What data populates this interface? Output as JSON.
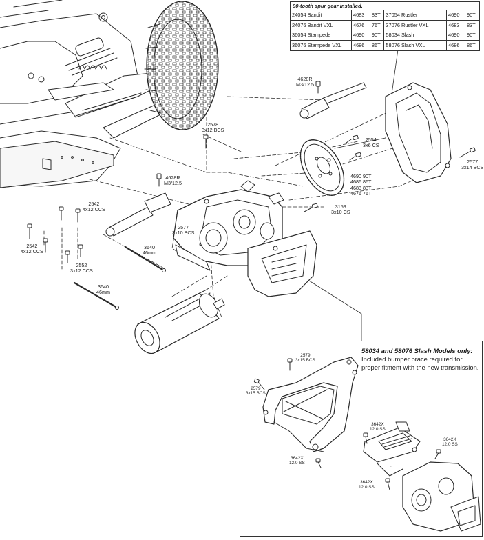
{
  "spur_table": {
    "title": "90-tooth spur gear installed.",
    "rows": [
      [
        "24054 Bandit",
        "4683",
        "83T",
        "37054 Rustler",
        "4690",
        "90T"
      ],
      [
        "24076 Bandit VXL",
        "4676",
        "76T",
        "37076 Rustler VXL",
        "4683",
        "83T"
      ],
      [
        "36054 Stampede",
        "4690",
        "90T",
        "58034 Slash",
        "4690",
        "90T"
      ],
      [
        "36076 Stampede VXL",
        "4686",
        "86T",
        "58076 Slash VXL",
        "4686",
        "86T"
      ]
    ]
  },
  "slash_note": {
    "heading": "58034 and 58076 Slash Models only:",
    "body": "Included bumper brace required for proper fitment with the new transmission."
  },
  "part_labels": {
    "p4628r_top": [
      "4628R",
      "M3/12.5"
    ],
    "p2578": [
      "2578",
      "3x12 BCS"
    ],
    "p2554": [
      "2554",
      "3x6 CS"
    ],
    "p2577_right": [
      "2577",
      "3x14 BCS"
    ],
    "p4628r_mid": [
      "4628R",
      "M3/12.5"
    ],
    "p_spur": [
      "4690 90T",
      "4686 86T",
      "4683 83T",
      "4676 76T"
    ],
    "p2542_mid": [
      "2542",
      "4x12 CCS"
    ],
    "p2577_left": [
      "2577",
      "3x10 BCS"
    ],
    "p3159": [
      "3159",
      "3x10 CS"
    ],
    "p2542_left": [
      "2542",
      "4x12 CCS"
    ],
    "p2552": [
      "2552",
      "3x12 CCS"
    ],
    "p3640_mid": [
      "3640",
      "46mm"
    ],
    "p3640_low": [
      "3640",
      "46mm"
    ],
    "p2579_top": [
      "2579",
      "3x15 BCS"
    ],
    "p2579_left": [
      "2579",
      "3x15 BCS"
    ],
    "p3642x_a": [
      "3642X",
      "12.0 SS"
    ],
    "p3642x_b": [
      "3642X",
      "12.0 SS"
    ],
    "p3642x_c": [
      "3642X",
      "12.0 SS"
    ],
    "p3642x_d": [
      "3642X",
      "12.0 SS"
    ]
  }
}
